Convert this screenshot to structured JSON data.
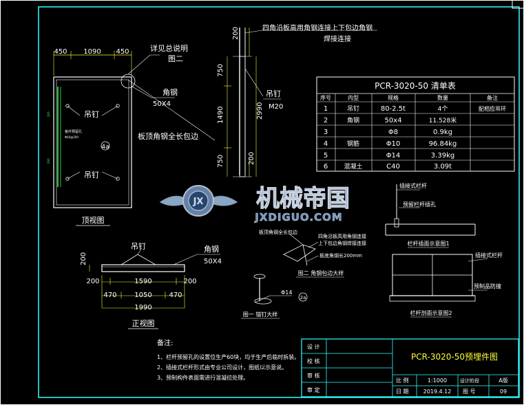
{
  "top_view": {
    "dims_top": [
      "450",
      "1090",
      "450"
    ],
    "callout_detail": "详见总说明",
    "callout_fig": "图二",
    "angle_label": "角钢",
    "angle_size": "50X4",
    "lift_nail_1": "吊钉",
    "lift_nail_2": "吊钉",
    "marker": "4a",
    "wrap_note": "板顶角钢全长包边",
    "title": "顶视图"
  },
  "section_view": {
    "dim_top": "200",
    "dims_side_left": [
      "750",
      "1490",
      "750"
    ],
    "dim_total": "2990",
    "dim_bottom": "200",
    "header_line1": "四角沿板高用角钢连接上下包边角钢",
    "header_line2": "焊接连接",
    "nail_label": "吊钉",
    "nail_size": "M20"
  },
  "bom": {
    "title": "PCR-3020-50 清单表",
    "headers": [
      "序号",
      "内型",
      "规格",
      "数量",
      "备注"
    ],
    "rows": [
      [
        "1",
        "吊钉",
        "80-2.5t",
        "4个",
        "配相应吊环"
      ],
      [
        "2",
        "角钢",
        "50x4",
        "11.528米",
        ""
      ],
      [
        "3",
        "",
        "Φ8",
        "0.9kg",
        ""
      ],
      [
        "4",
        "钢筋",
        "Φ10",
        "96.84kg",
        ""
      ],
      [
        "5",
        "",
        "Φ14",
        "3.39kg",
        ""
      ],
      [
        "6",
        "混凝土",
        "C40",
        "3.09t",
        ""
      ]
    ]
  },
  "watermark": {
    "brand": "机械帝国",
    "url": "JXDIGUO.COM"
  },
  "rail_section": {
    "label1": "插接式栏杆",
    "label2": "预留栏杆插孔",
    "caption": "栏杆插面示意图1"
  },
  "rail_elevation": {
    "label1": "插接式栏杆",
    "label2": "预制品防撞",
    "caption": "栏杆剖面示意图2"
  },
  "corner_detail": {
    "label1": "板顶角钢全长包边",
    "label2": "四角沿板高用角钢连接",
    "label3": "上下包边角钢焊接连接",
    "label4": "板底角钢长200mm",
    "caption": "图二 角钢包边大样"
  },
  "nail_detail": {
    "dim": "Φ14",
    "marker": "2a",
    "caption": "图一 锚钉大样"
  },
  "front_view": {
    "nail_label": "吊钉",
    "angle_label": "角钢",
    "angle_size": "50X4",
    "dim_height": "200",
    "dim_row1": [
      "200",
      "1590",
      "200"
    ],
    "dim_row2": [
      "470",
      "1050",
      "470"
    ],
    "dim_total": "1990",
    "title": "正视图"
  },
  "notes": {
    "heading": "备注:",
    "items": [
      "1、栏杆预留孔的设置位生产60块，均于生产后临时拆装。",
      "2、插接式栏杆形式由专业公司设计，图纸以示意说。",
      "3、预制构件表面需进行混凝拉处理。"
    ]
  },
  "title_block": {
    "roles": [
      "设 计",
      "校 核",
      "审 核",
      "审 定"
    ],
    "drawing_title": "PCR-3020-50预埋件图",
    "scale_label": "比 例",
    "scale_value": "1:1000",
    "stage_label": "设计阶段",
    "stage_value": "A版",
    "date_label": "日 期",
    "date_value": "2019.4.12",
    "sheet_label": "图 号",
    "sheet_value": "09"
  },
  "colors": {
    "background": "#000000",
    "frame": "#33ffff",
    "dimension_yellow": "#ffff33",
    "text_white": "#ffffff",
    "rebar_green": "#33ff55",
    "marker_magenta": "#ff33ff"
  }
}
